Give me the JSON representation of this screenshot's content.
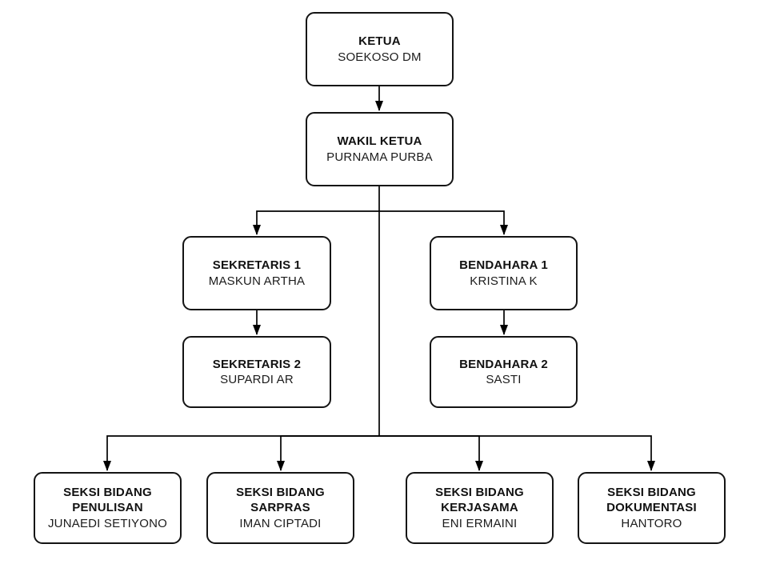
{
  "diagram_type": "org-chart",
  "colors": {
    "background": "#ffffff",
    "box_fill": "#ffffff",
    "box_border": "#141414",
    "line": "#000000",
    "text": "#111111"
  },
  "nodes": {
    "ketua": {
      "title": "KETUA",
      "name": "SOEKOSO DM"
    },
    "wakil_ketua": {
      "title": "WAKIL KETUA",
      "name": "PURNAMA PURBA"
    },
    "sekretaris1": {
      "title": "SEKRETARIS 1",
      "name": "MASKUN ARTHA"
    },
    "sekretaris2": {
      "title": "SEKRETARIS 2",
      "name": "SUPARDI AR"
    },
    "bendahara1": {
      "title": "BENDAHARA 1",
      "name": "KRISTINA K"
    },
    "bendahara2": {
      "title": "BENDAHARA 2",
      "name": "SASTI"
    },
    "seksi_penulisan": {
      "title": "SEKSI BIDANG PENULISAN",
      "name": "JUNAEDI SETIYONO"
    },
    "seksi_sarpras": {
      "title": "SEKSI BIDANG SARPRAS",
      "name": "IMAN CIPTADI"
    },
    "seksi_kerjasama": {
      "title": "SEKSI BIDANG KERJASAMA",
      "name": "ENI ERMAINI"
    },
    "seksi_dokumentasi": {
      "title": "SEKSI BIDANG DOKUMENTASI",
      "name": "HANTORO"
    }
  },
  "edges": [
    {
      "from": "ketua",
      "to": "wakil_ketua"
    },
    {
      "from": "wakil_ketua",
      "to": "sekretaris1"
    },
    {
      "from": "wakil_ketua",
      "to": "bendahara1"
    },
    {
      "from": "sekretaris1",
      "to": "sekretaris2"
    },
    {
      "from": "bendahara1",
      "to": "bendahara2"
    },
    {
      "from": "wakil_ketua",
      "to": "seksi_penulisan"
    },
    {
      "from": "wakil_ketua",
      "to": "seksi_sarpras"
    },
    {
      "from": "wakil_ketua",
      "to": "seksi_kerjasama"
    },
    {
      "from": "wakil_ketua",
      "to": "seksi_dokumentasi"
    }
  ]
}
